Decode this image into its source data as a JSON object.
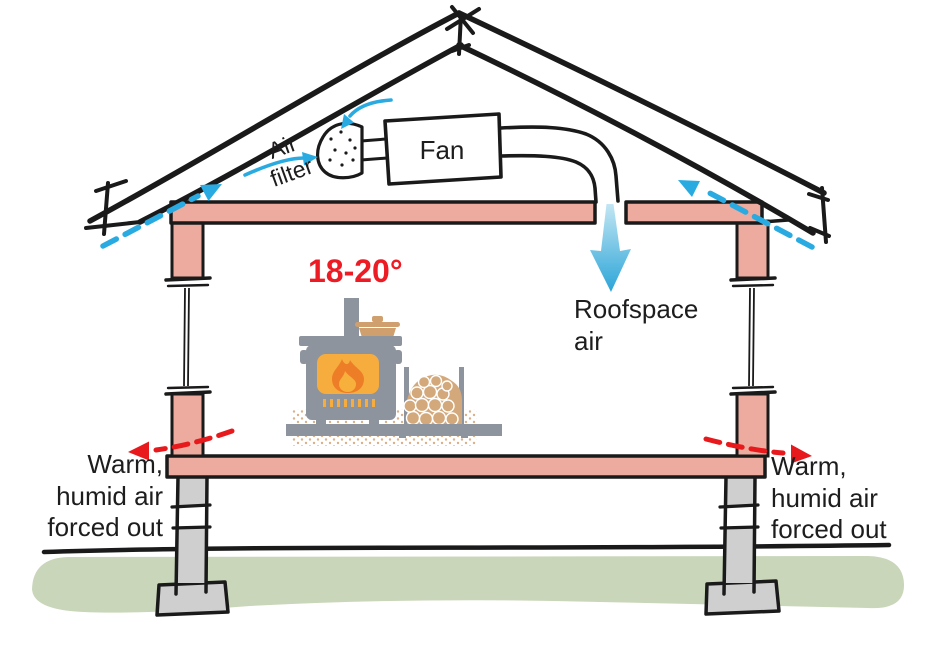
{
  "labels": {
    "air_filter": "Air filter",
    "fan": "Fan",
    "temperature": "18-20°",
    "roofspace_air": "Roofspace air",
    "warm_humid_left": "Warm, humid air forced out",
    "warm_humid_right": "Warm, humid air forced out"
  },
  "icons": {
    "roofspace_air_arrow": "blue-tapered-down-arrow",
    "eave_intake_left": "blue-dashed-arrow-up-right",
    "eave_intake_right": "blue-dashed-arrow-up-left",
    "filter_intake_upper": "blue-curved-arrow-down-left",
    "filter_intake_lower": "blue-curved-arrow-right",
    "exhaust_left": "red-dashed-arrow-left",
    "exhaust_right": "red-dashed-arrow-right"
  },
  "colors": {
    "outline": "#1a1a1a",
    "wall_fill": "#ecab9e",
    "pier_fill": "#cfcfcf",
    "ground_fill": "#c9d6ba",
    "airflow_blue": "#29abe2",
    "exhaust_red": "#e8191c",
    "temperature_red": "#ed1c24",
    "stove_gray": "#8e949d",
    "fire_amber": "#f6ad3e",
    "flame_orange": "#ee7d27",
    "log_tan": "#d3a97b",
    "pot_tan": "#cf9f6d",
    "hearth_dot": "#dcb088"
  }
}
